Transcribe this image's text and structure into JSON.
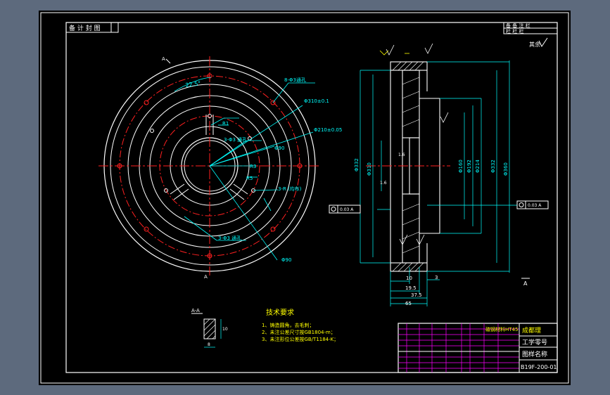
{
  "colors": {
    "background": "#000000",
    "desktop": "#5d6a7d",
    "line": "#ffffff",
    "center_line": "#ff2020",
    "dimension": "#00ffff",
    "title_block": "#ff00ff",
    "text": "#ffff00",
    "text_green": "#00ff00"
  },
  "title_block": {
    "top_left_label": "备 计 封 图",
    "top_right_row1": "备 备 注 栏",
    "top_right_row2": "栏 栏 栏",
    "roughness_note": "其余",
    "company": "成都理",
    "drawing_number_label": "工学零号",
    "drawing_name_label": "图样名称",
    "drawing_code": "B19F-200-01",
    "material_note": "碳钢材料HT45"
  },
  "technical_requirements": {
    "title": "技术要求",
    "items": [
      "1、铸造圆角，去毛刺；",
      "2、未注公差尺寸按GB1804-m；",
      "3、未注形位公差按GB/T1184-K；"
    ]
  },
  "front_view_annotations": {
    "angle": "22.5°",
    "hole_8": "8-Φ3通孔",
    "dia_outer": "Φ310±0.1",
    "dia_mid": "Φ210±0.05",
    "r1": "R1",
    "holes_3a": "3-Φ3 通孔",
    "dia_90": "Φ90",
    "r3": "R3",
    "r5": "R5",
    "holes_3b": "3-R (均布)",
    "holes_3c": "3-Φ3 通孔",
    "dia_bottom": "Φ90",
    "section_mark_top": "A",
    "section_mark_bottom": "A"
  },
  "side_view_annotations": {
    "dia_left_1": "Φ332",
    "dia_left_2": "Φ310",
    "dia_right_1": "Φ160",
    "dia_right_2": "Φ192",
    "dia_right_3": "Φ214",
    "dia_right_4": "Φ332",
    "dia_right_5": "Φ360",
    "tolerance_left": "0.03 A",
    "tolerance_right": "0.03 A",
    "dim_10": "10",
    "dim_19_5": "19.5",
    "dim_37_5": "37.5",
    "dim_65": "65",
    "dim_3": "3",
    "rough_1": "1.6",
    "rough_2": "1.6",
    "datum": "A"
  },
  "section_detail": {
    "label": "A-A",
    "dim_w": "8",
    "dim_h": "10"
  }
}
